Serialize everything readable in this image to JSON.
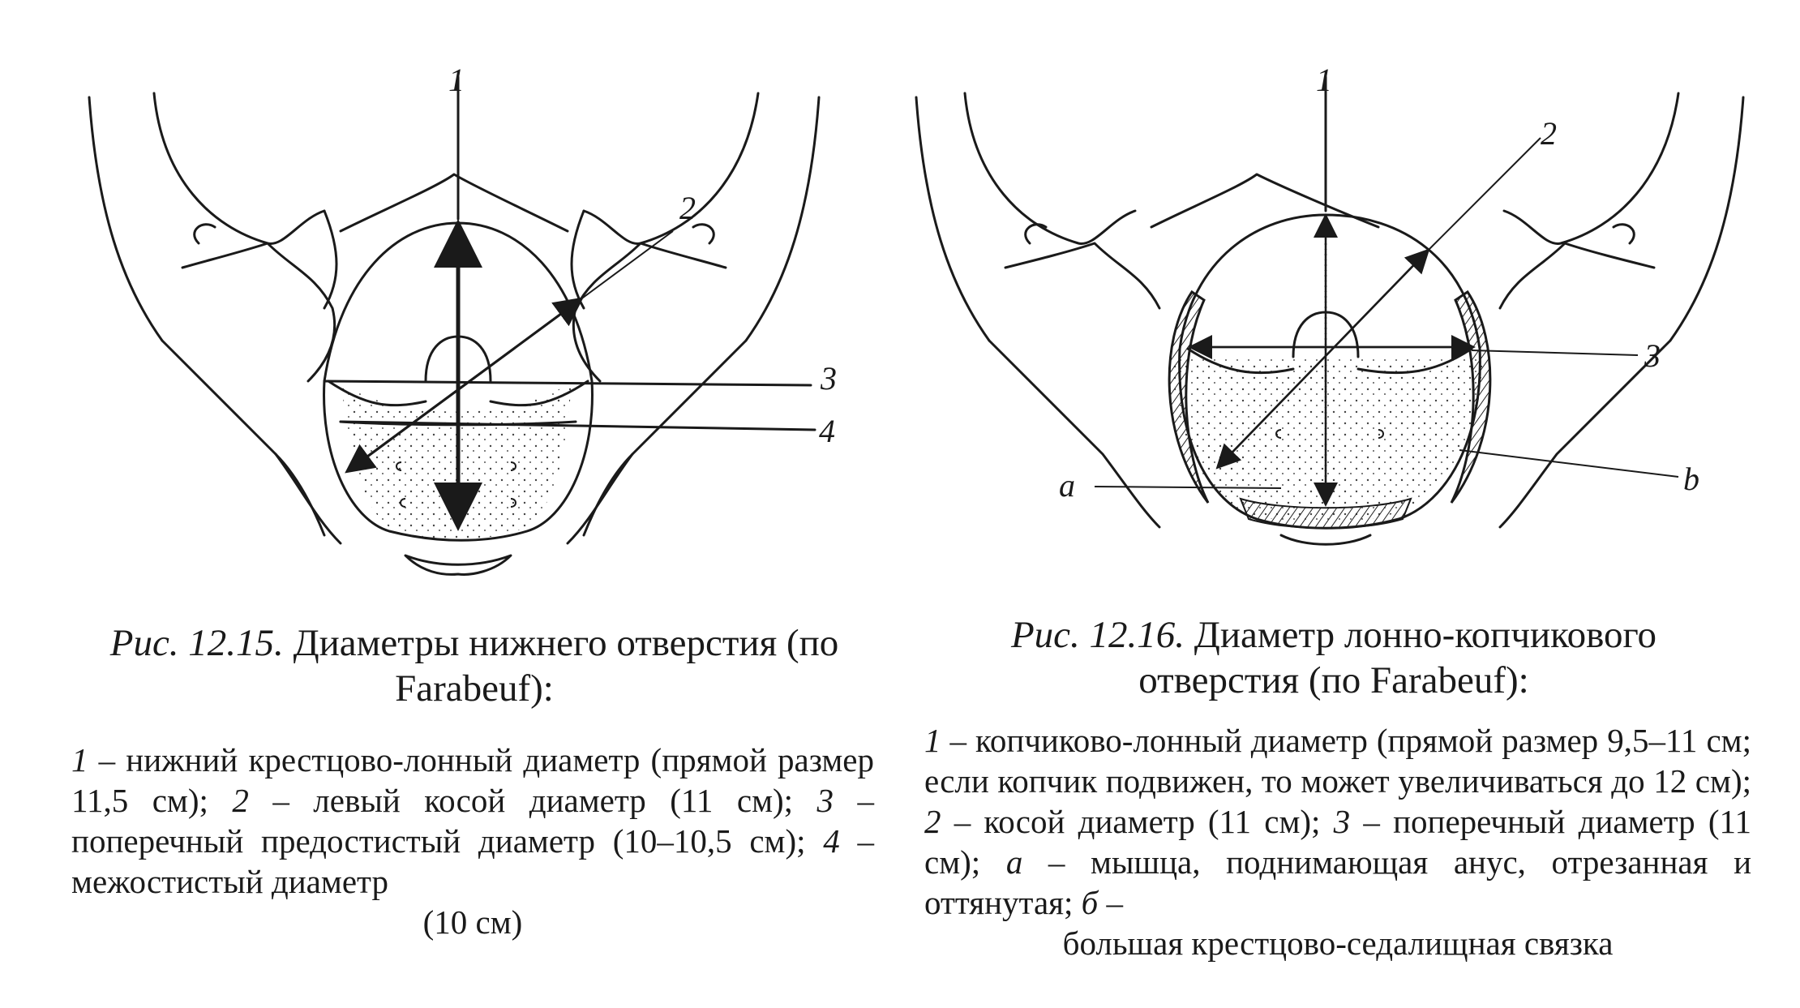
{
  "figure_1": {
    "labels": [
      "1",
      "2",
      "3",
      "4"
    ],
    "caption_number": "Рис. 12.15.",
    "caption_title": "Диаметры нижнего отверстия (по Farabeuf):",
    "legend": {
      "n1": "1",
      "t1": " – нижний крестцово-лонный диаметр (прямой размер 11,5 см); ",
      "n2": "2",
      "t2": " – левый косой диаметр (11 см); ",
      "n3": "3",
      "t3": " – поперечный предостистый диаметр (10–10,5 см); ",
      "n4": "4",
      "t4": " – межостистый диаметр",
      "t5": "(10 см)"
    }
  },
  "figure_2": {
    "labels": [
      "1",
      "2",
      "3",
      "a",
      "b"
    ],
    "caption_number": "Рис. 12.16.",
    "caption_title": "Диаметр лонно-копчикового отверстия (по Farabeuf):",
    "legend": {
      "n1": "1",
      "t1": " – копчиково-лонный диаметр (прямой размер 9,5–11 см; если копчик подвижен, то может увеличиваться до 12 см); ",
      "n2": "2",
      "t2": " – косой диаметр (11 см); ",
      "n3": "3",
      "t3": " – поперечный диаметр (11 см); ",
      "na": "а",
      "ta": " – мышца, поднимающая анус, отрезанная и оттянутая; ",
      "nb": "б",
      "tb": " –",
      "t_last": "большая крестцово-седалищная связка"
    }
  }
}
